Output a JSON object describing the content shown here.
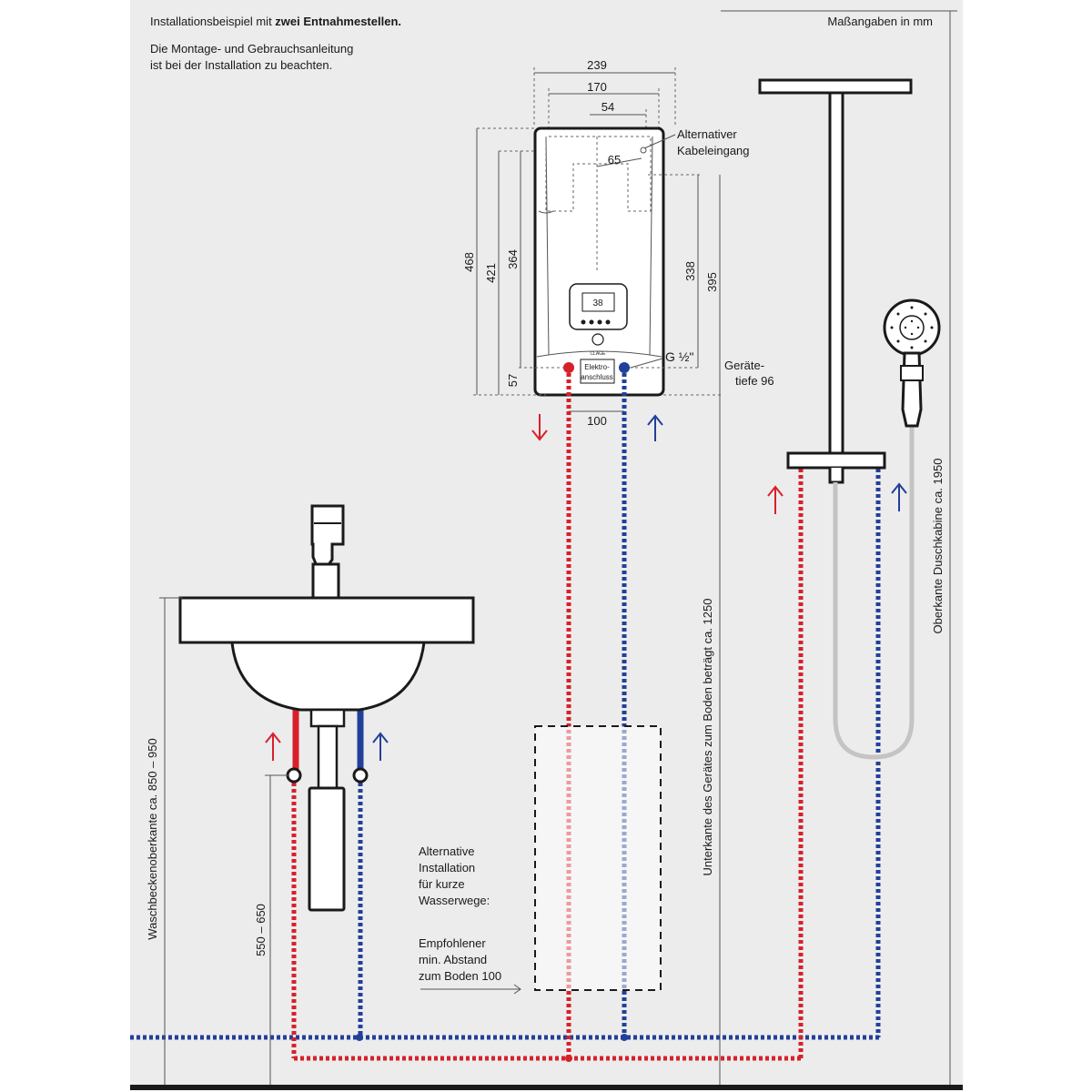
{
  "header": {
    "line1_prefix": "Installationsbeispiel mit ",
    "line1_bold": "zwei Entnahmestellen.",
    "line2": "Die Montage- und Gebrauchsanleitung",
    "line3": "ist bei der Installation zu beachten.",
    "units": "Maßangaben in mm"
  },
  "device": {
    "brand": "CLAGE",
    "display_value": "38",
    "width_total": "239",
    "width_mid": "170",
    "width_small": "54",
    "offset_65": "65",
    "height_468": "468",
    "height_421": "421",
    "height_364": "364",
    "height_57": "57",
    "height_338": "338",
    "height_395": "395",
    "pipe_spacing": "100",
    "thread": "G ½\"",
    "elektro_1": "Elektro-",
    "elektro_2": "anschluss",
    "alt_cable_1": "Alternativer",
    "alt_cable_2": "Kabeleingang",
    "depth_1": "Geräte-",
    "depth_2": "tiefe 96"
  },
  "vertical_labels": {
    "sink_height": "Waschbeckenoberkante ca. 850 – 950",
    "valve_height": "550 – 650",
    "device_bottom": "Unterkante des Gerätes zum Boden beträgt ca. 1250",
    "shower_top": "Oberkante Duschkabine ca. 1950"
  },
  "alternative": {
    "line1": "Alternative",
    "line2": "Installation",
    "line3": "für kurze",
    "line4": "Wasserwege:",
    "rec1": "Empfohlener",
    "rec2": "min. Abstand",
    "rec3": "zum Boden 100"
  },
  "colors": {
    "hot": "#d8202a",
    "cold": "#22409a",
    "wall": "#ececec"
  }
}
